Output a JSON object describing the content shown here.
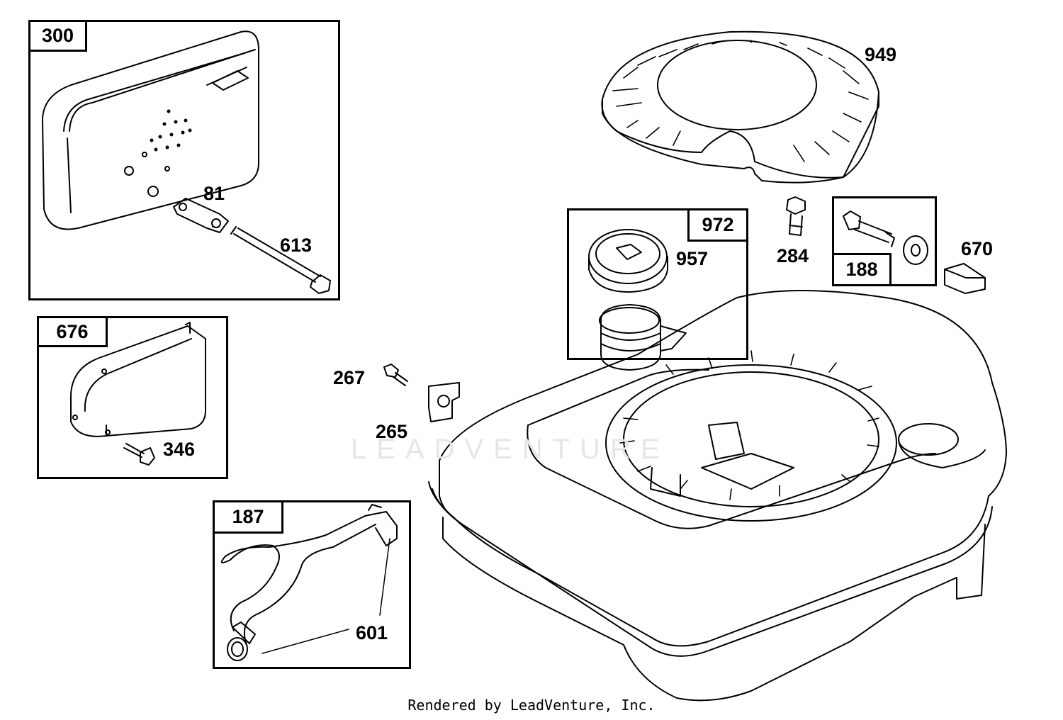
{
  "diagram": {
    "callouts": {
      "p300": "300",
      "p81": "81",
      "p613": "613",
      "p676": "676",
      "p346": "346",
      "p187": "187",
      "p601": "601",
      "p949": "949",
      "p972": "972",
      "p957": "957",
      "p284": "284",
      "p188": "188",
      "p670": "670",
      "p267": "267",
      "p265": "265"
    },
    "watermark": "LEADVENTURE",
    "footer": "Rendered by LeadVenture, Inc."
  }
}
